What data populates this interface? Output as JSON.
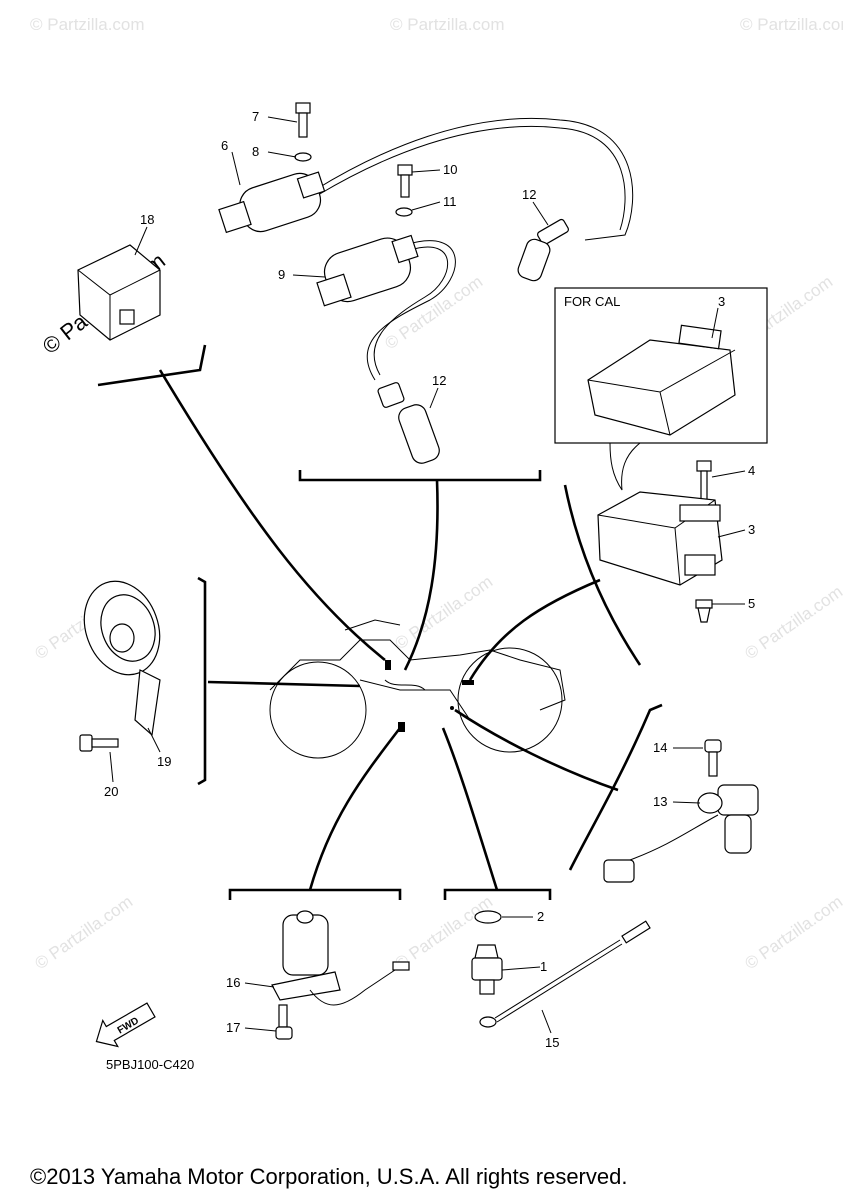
{
  "watermark": {
    "small": "© Partzilla.com",
    "large": "© Partzilla.com"
  },
  "box_title": "FOR CAL",
  "callouts": [
    "7",
    "8",
    "6",
    "10",
    "11",
    "12",
    "18",
    "9",
    "12",
    "3",
    "4",
    "3",
    "5",
    "14",
    "13",
    "19",
    "20",
    "2",
    "1",
    "16",
    "17",
    "15"
  ],
  "fwd_label": "FWD",
  "diagram_code": "5PBJ100-C420",
  "copyright": "©2013 Yamaha Motor Corporation, U.S.A. All rights reserved."
}
